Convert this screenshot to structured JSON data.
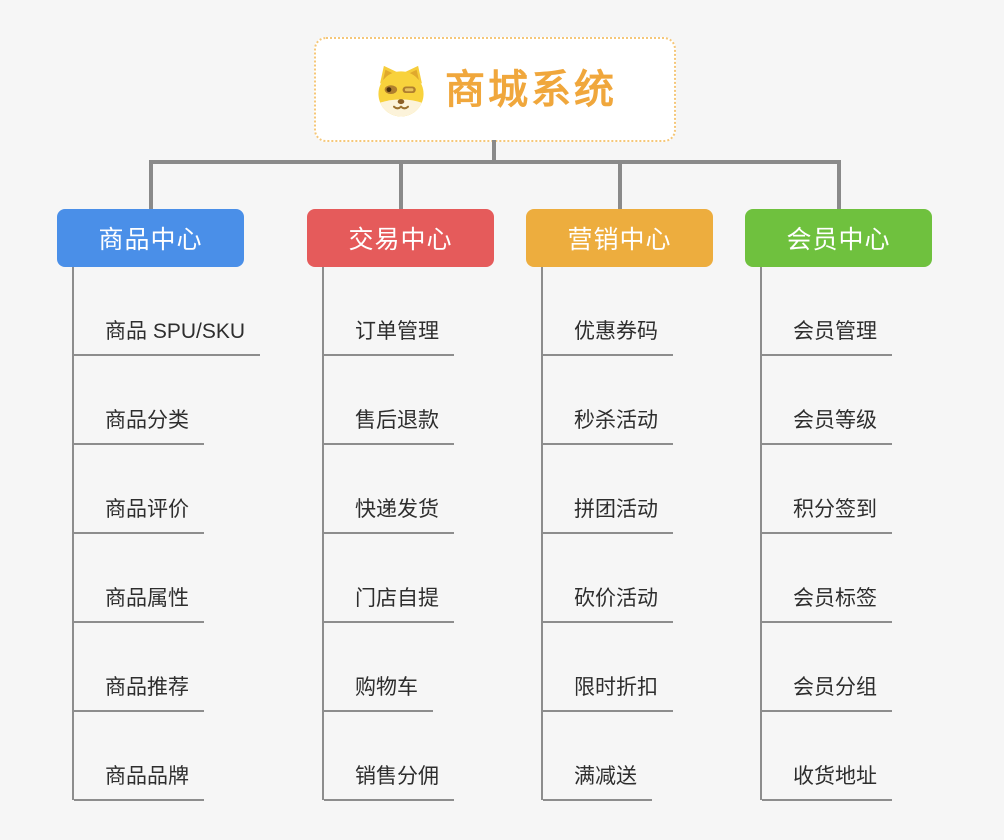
{
  "root": {
    "title": "商城系统",
    "icon": "dog-face-icon",
    "title_color": "#f0a73c",
    "border_color": "#f5c779"
  },
  "connector_color": "#8a8a8a",
  "branches": [
    {
      "label": "商品中心",
      "color": "#4a8fe8",
      "items": [
        "商品 SPU/SKU",
        "商品分类",
        "商品评价",
        "商品属性",
        "商品推荐",
        "商品品牌"
      ]
    },
    {
      "label": "交易中心",
      "color": "#e55b5b",
      "items": [
        "订单管理",
        "售后退款",
        "快递发货",
        "门店自提",
        "购物车",
        "销售分佣"
      ]
    },
    {
      "label": "营销中心",
      "color": "#edad3e",
      "items": [
        "优惠券码",
        "秒杀活动",
        "拼团活动",
        "砍价活动",
        "限时折扣",
        "满减送"
      ]
    },
    {
      "label": "会员中心",
      "color": "#6fc13e",
      "items": [
        "会员管理",
        "会员等级",
        "积分签到",
        "会员标签",
        "会员分组",
        "收货地址"
      ]
    }
  ]
}
